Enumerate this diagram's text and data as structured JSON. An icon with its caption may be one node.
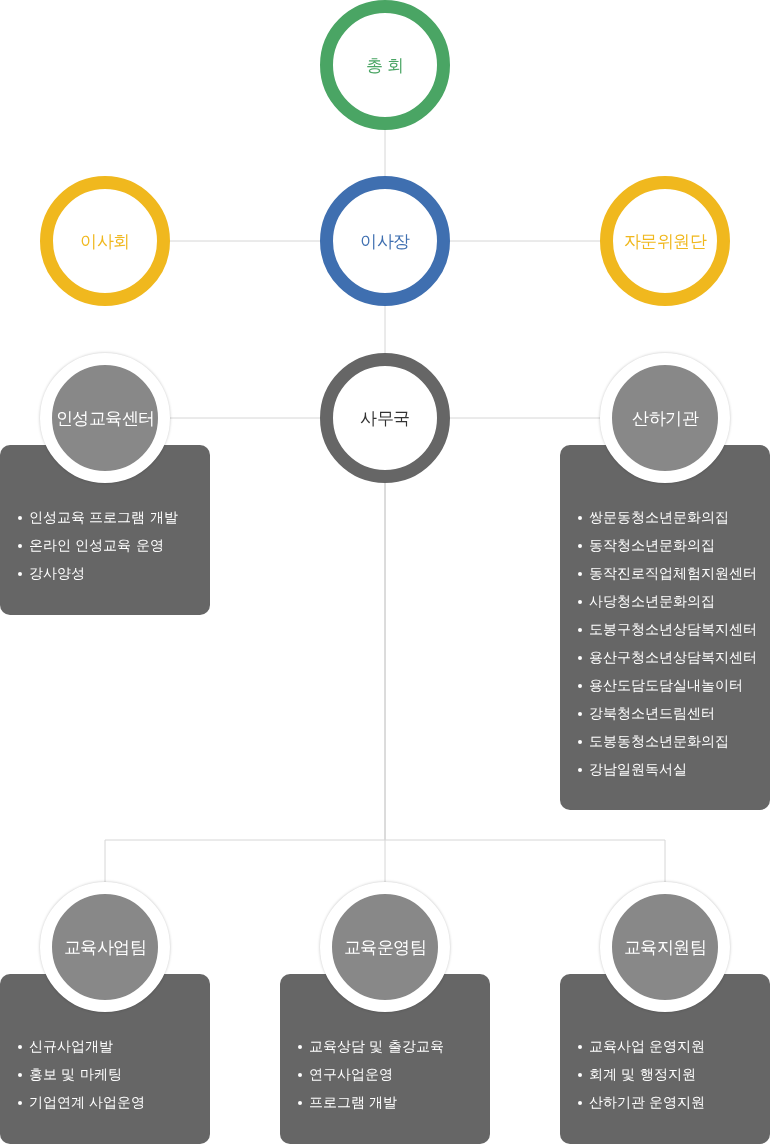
{
  "diagram": {
    "nodes": [
      {
        "text": [
          "총 회"
        ]
      },
      {
        "text": [
          "이사회"
        ]
      },
      {
        "text": [
          "이사장"
        ]
      },
      {
        "text": [
          "자문위원단"
        ]
      },
      {
        "text": [
          "인성교육센터"
        ]
      },
      {
        "text": [
          "인성교육 프로그램 개발",
          "온라인 인성교육 운영",
          "강사양성"
        ]
      },
      {
        "text": [
          "사무국"
        ]
      },
      {
        "text": [
          "산하기관"
        ]
      },
      {
        "text": [
          "쌍문동청소년문화의집",
          "동작청소년문화의집",
          "동작진로직업체험지원센터",
          "사당청소년문화의집",
          "도봉구청소년상담복지센터",
          "용산구청소년상담복지센터",
          "용산도담도담실내놀이터",
          "강북청소년드림센터",
          "도봉동청소년문화의집",
          "강남일원독서실"
        ]
      },
      {
        "text": [
          "교육사업팀"
        ]
      },
      {
        "text": [
          "신규사업개발",
          "홍보 및 마케팅",
          "기업연계 사업운영"
        ]
      },
      {
        "text": [
          "교육운영팀"
        ]
      },
      {
        "text": [
          "교육상담 및 출강교육",
          "연구사업운영",
          "프로그램 개발"
        ]
      },
      {
        "text": [
          "교육지원팀"
        ]
      },
      {
        "text": [
          "교육사업 운영지원",
          "회계 및 행정지원",
          "산하기관 운영지원"
        ]
      }
    ],
    "edges": [
      {
        "from": 0,
        "to": 2,
        "arrow": "none"
      },
      {
        "from": 2,
        "to": 1,
        "arrow": "none"
      },
      {
        "from": 2,
        "to": 3,
        "arrow": "none"
      },
      {
        "from": 2,
        "to": 6,
        "arrow": "none"
      },
      {
        "from": 6,
        "to": 4,
        "arrow": "none"
      },
      {
        "from": 6,
        "to": 7,
        "arrow": "none"
      },
      {
        "from": 6,
        "to": 9,
        "arrow": "none"
      },
      {
        "from": 6,
        "to": 11,
        "arrow": "none"
      },
      {
        "from": 6,
        "to": 13,
        "arrow": "none"
      }
    ]
  }
}
